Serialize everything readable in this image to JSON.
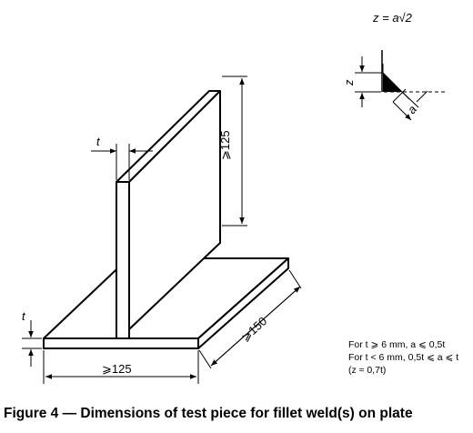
{
  "formula": "z = a√2",
  "detail_labels": {
    "z": "z",
    "a": "a"
  },
  "dimensions": {
    "plate_thickness": "t",
    "web_thickness": "t",
    "web_height": "⩾125",
    "plate_length": "⩾150",
    "plate_width": "⩾125"
  },
  "notes": [
    "For t ⩾ 6 mm, a ⩽ 0,5t",
    "For t < 6 mm, 0,5t ⩽ a ⩽ t",
    "(z ≈ 0,7t)"
  ],
  "caption": "Figure 4 — Dimensions of test piece for fillet weld(s) on plate"
}
